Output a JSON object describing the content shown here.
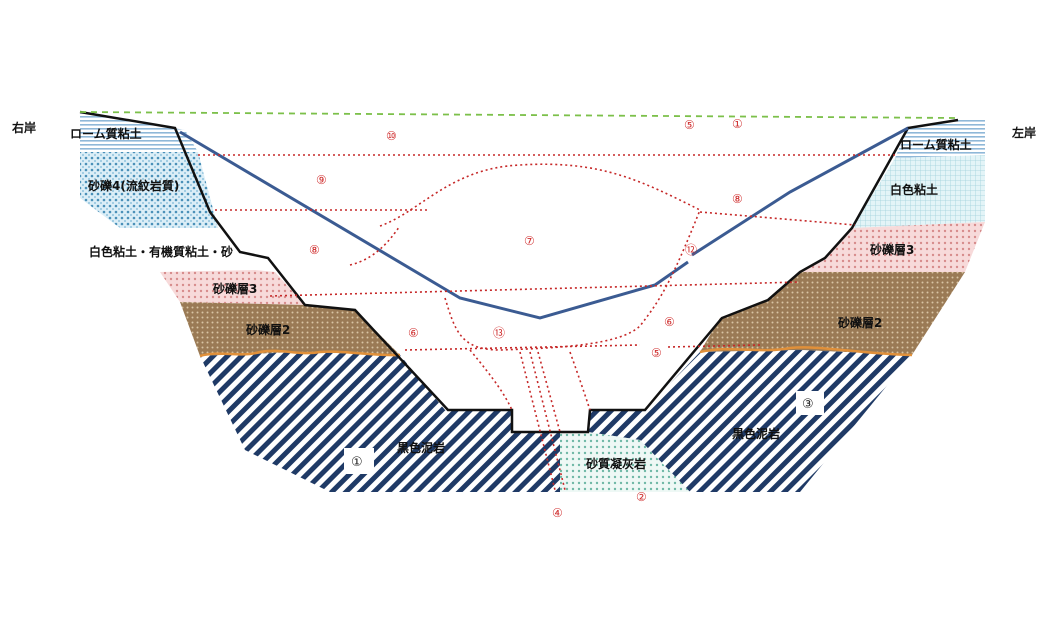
{
  "colors": {
    "outline": "#111111",
    "blue_line": "#3b5b92",
    "red_dotted": "#c62828",
    "green_dashed": "#7cc04a",
    "orange_boundary": "#e0903a",
    "mudstone": "#1f3a66",
    "tuff": "#6fb8a6",
    "gravel4": "#7ab6d6",
    "white_clay": "#bfe3ea",
    "gravel3": "#f2c2c2",
    "gravel2": "#9a7a55",
    "loam": "#8fb8d8"
  },
  "banks": {
    "right_bank": "右岸",
    "left_bank": "左岸"
  },
  "layers": {
    "loam_left": "ローム質粘土",
    "loam_right": "ローム質粘土",
    "gravel4": "砂礫4(流紋岩質)",
    "white_clay_mix": "白色粘土・有機質粘土・砂",
    "white_clay": "白色粘土",
    "gravel3_left": "砂礫層3",
    "gravel3_right": "砂礫層3",
    "gravel2_left": "砂礫層2",
    "gravel2_right": "砂礫層2",
    "mudstone_left": "黒色泥岩",
    "mudstone_right": "黒色泥岩",
    "tuff": "砂質凝灰岩"
  },
  "zones": {
    "z10": "⑩",
    "z5a": "⑤",
    "z1a": "①",
    "z9": "⑨",
    "z8a": "⑧",
    "z7": "⑦",
    "z8b": "⑧",
    "z12": "⑫",
    "z6a": "⑥",
    "z13": "⑬",
    "z6b": "⑥",
    "z5b": "⑤",
    "f3": "③",
    "f1": "①",
    "f2": "②",
    "f4": "④"
  }
}
